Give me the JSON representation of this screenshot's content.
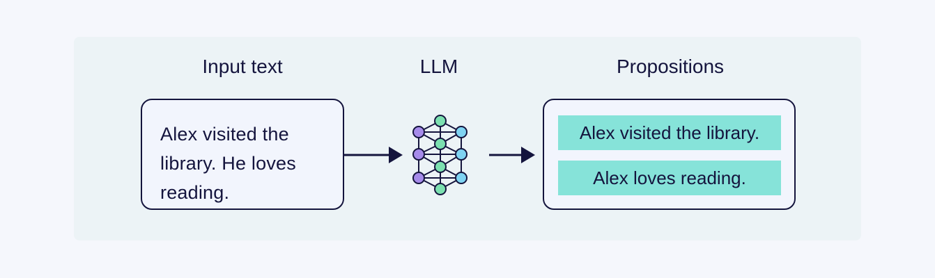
{
  "headings": {
    "input": "Input text",
    "llm": "LLM",
    "output": "Propositions"
  },
  "input_text": "Alex visited the library. He loves reading.",
  "propositions": [
    "Alex visited the library.",
    "Alex loves reading."
  ],
  "icons": {
    "llm": "neural-network-icon",
    "arrows": "arrow-right-icon"
  },
  "colors": {
    "background": "#f5f7fc",
    "panel": "#ecf3f6",
    "ink": "#14143d",
    "box_fill": "#f2f5fd",
    "proposition_fill": "#86e3d9",
    "node_purple": "#a68bea",
    "node_green": "#7ce0b0",
    "node_blue": "#7fd3f2"
  }
}
